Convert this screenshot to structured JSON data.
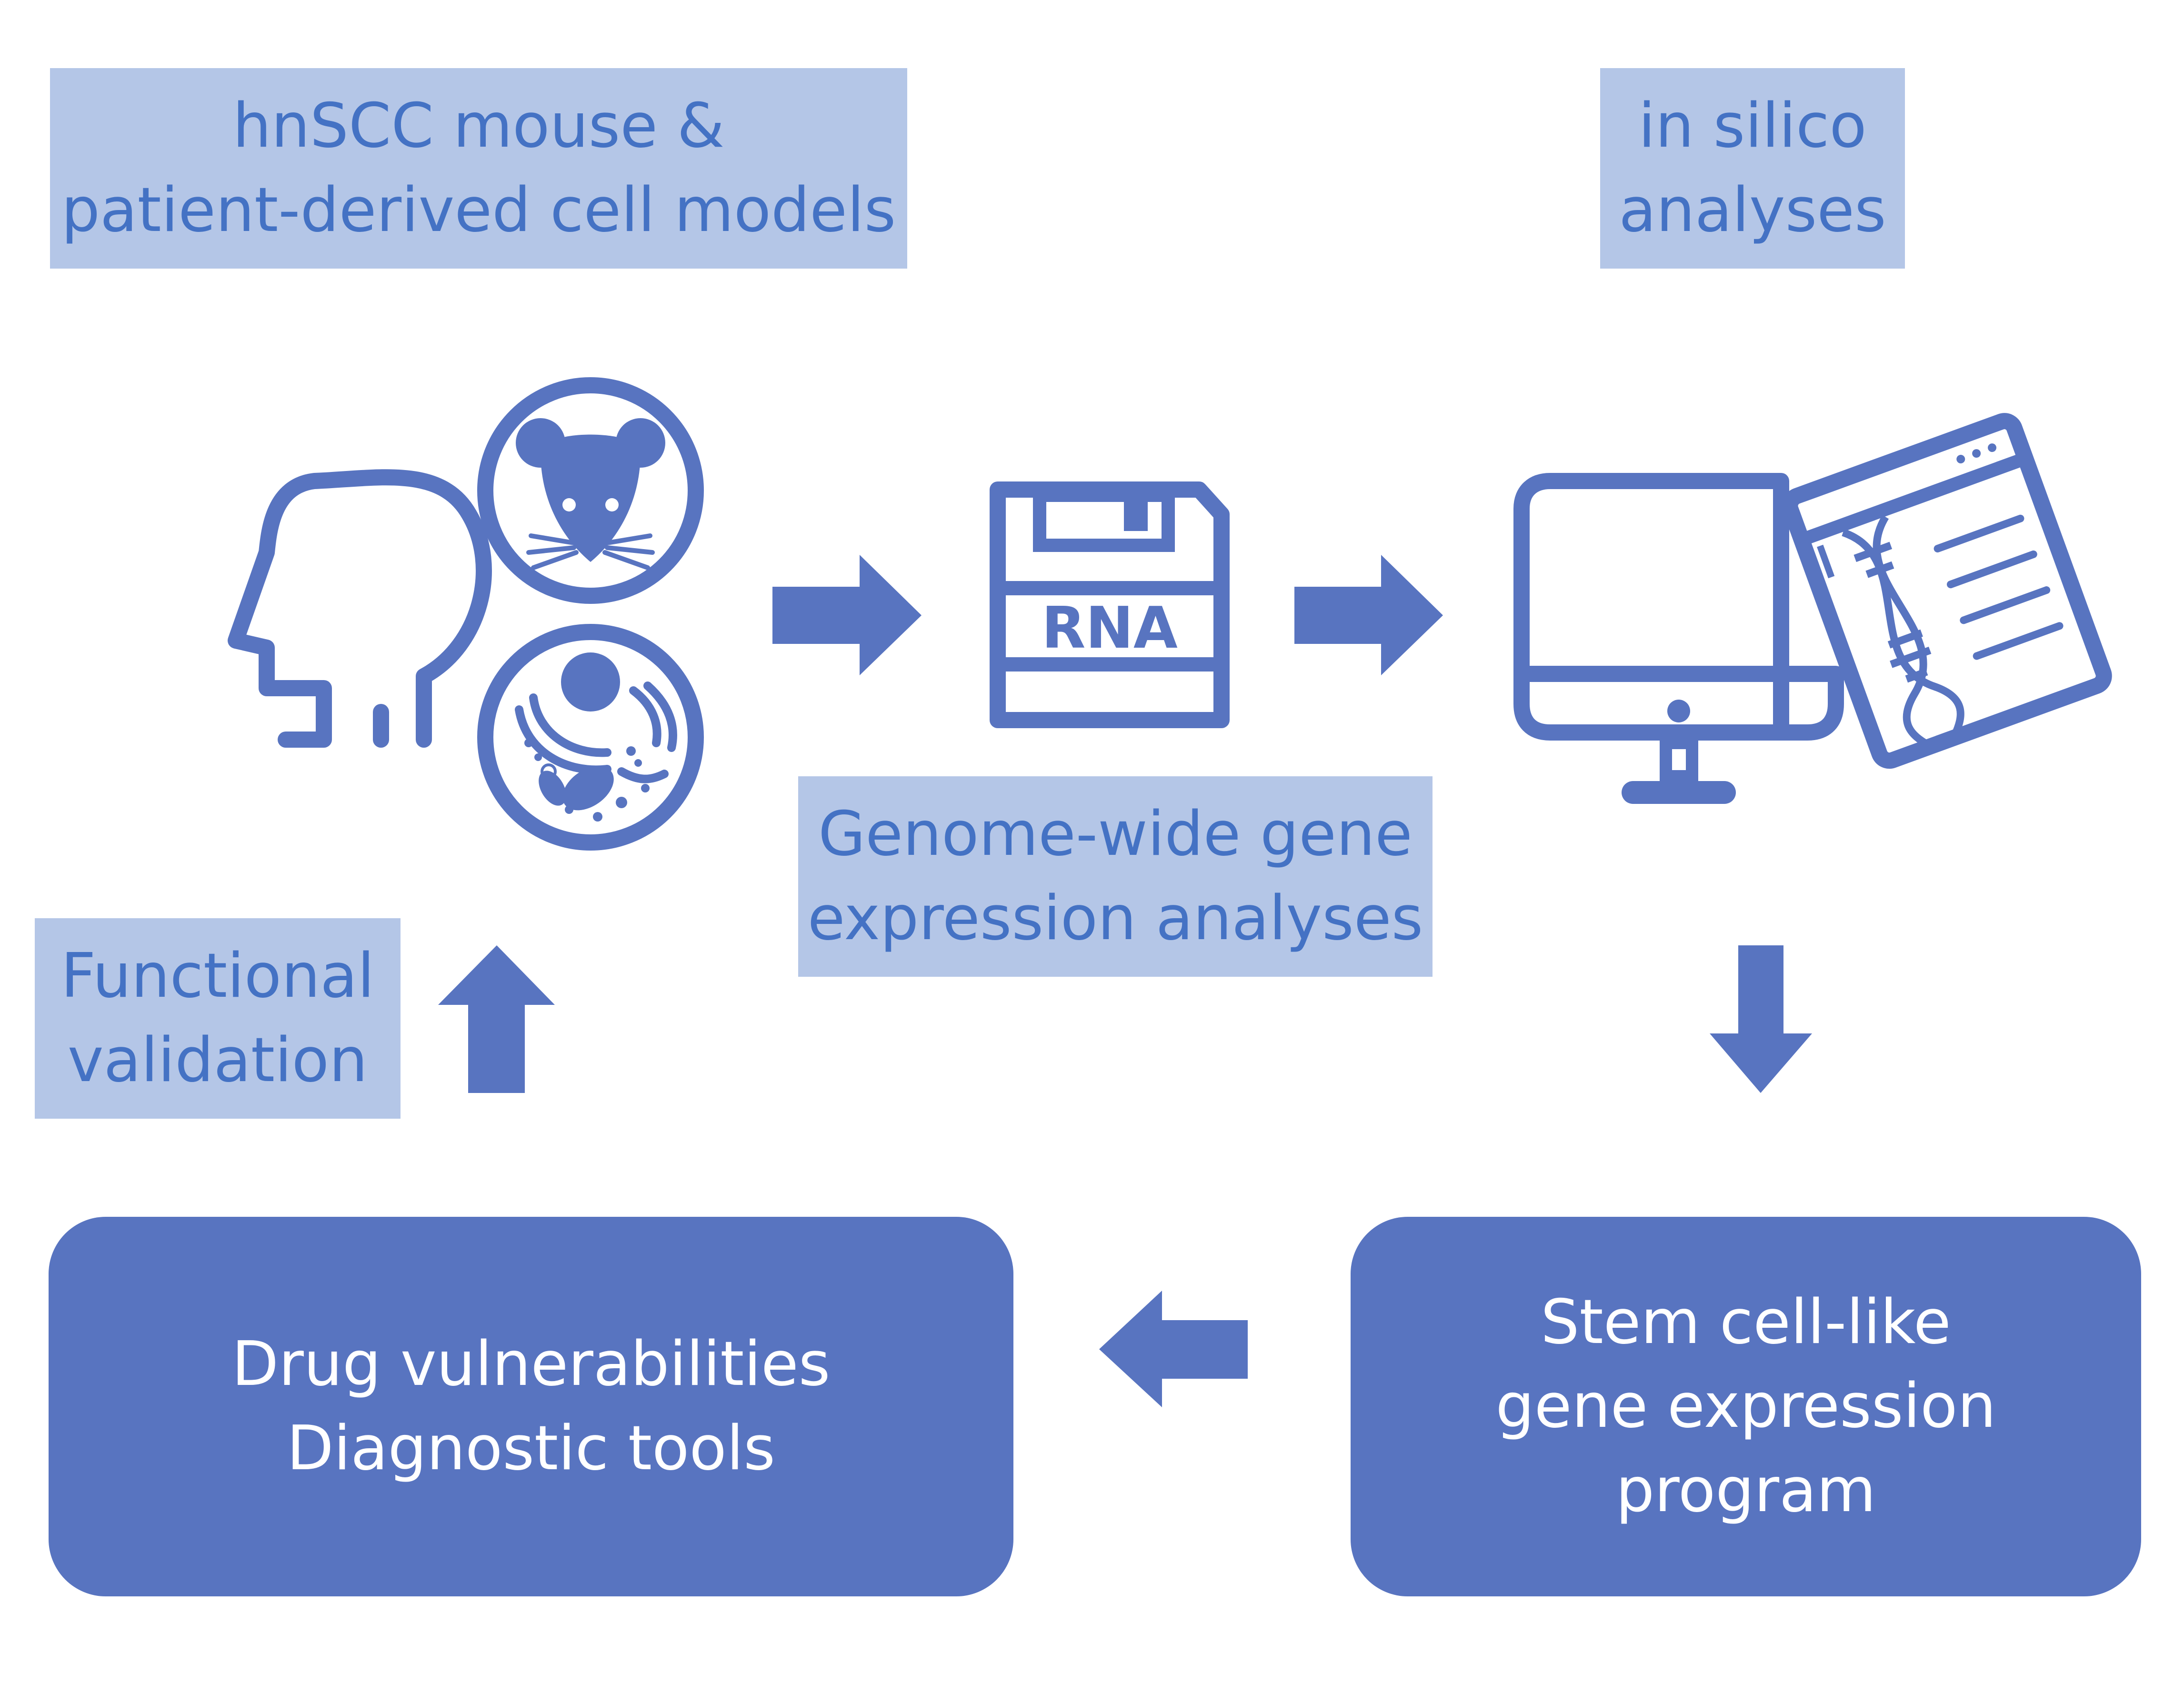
{
  "boxes": {
    "models": {
      "line1": "hnSCC mouse &",
      "line2": "patient-derived cell models"
    },
    "silico": {
      "line1": "in silico",
      "line2": "analyses"
    },
    "genome": {
      "line1": "Genome-wide gene",
      "line2": "expression analyses"
    },
    "validation": {
      "line1": "Functional",
      "line2": "validation"
    }
  },
  "results": {
    "drug": {
      "line1": "Drug vulnerabilities",
      "line2": "Diagnostic tools"
    },
    "stem": {
      "line1": "Stem cell-like",
      "line2": "gene expression",
      "line3": "program"
    }
  },
  "icons": {
    "head": "human-head-icon",
    "mouse": "mouse-icon",
    "cell": "cell-icon",
    "rna_disk": "rna-floppy-disk-icon",
    "computer": "computer-monitor-icon",
    "dna_doc": "dna-document-icon",
    "rna_label": "RNA"
  },
  "colors": {
    "primary": "#5874c0",
    "light": "#b4c6e7",
    "text_blue": "#4472c4",
    "white": "#ffffff"
  }
}
